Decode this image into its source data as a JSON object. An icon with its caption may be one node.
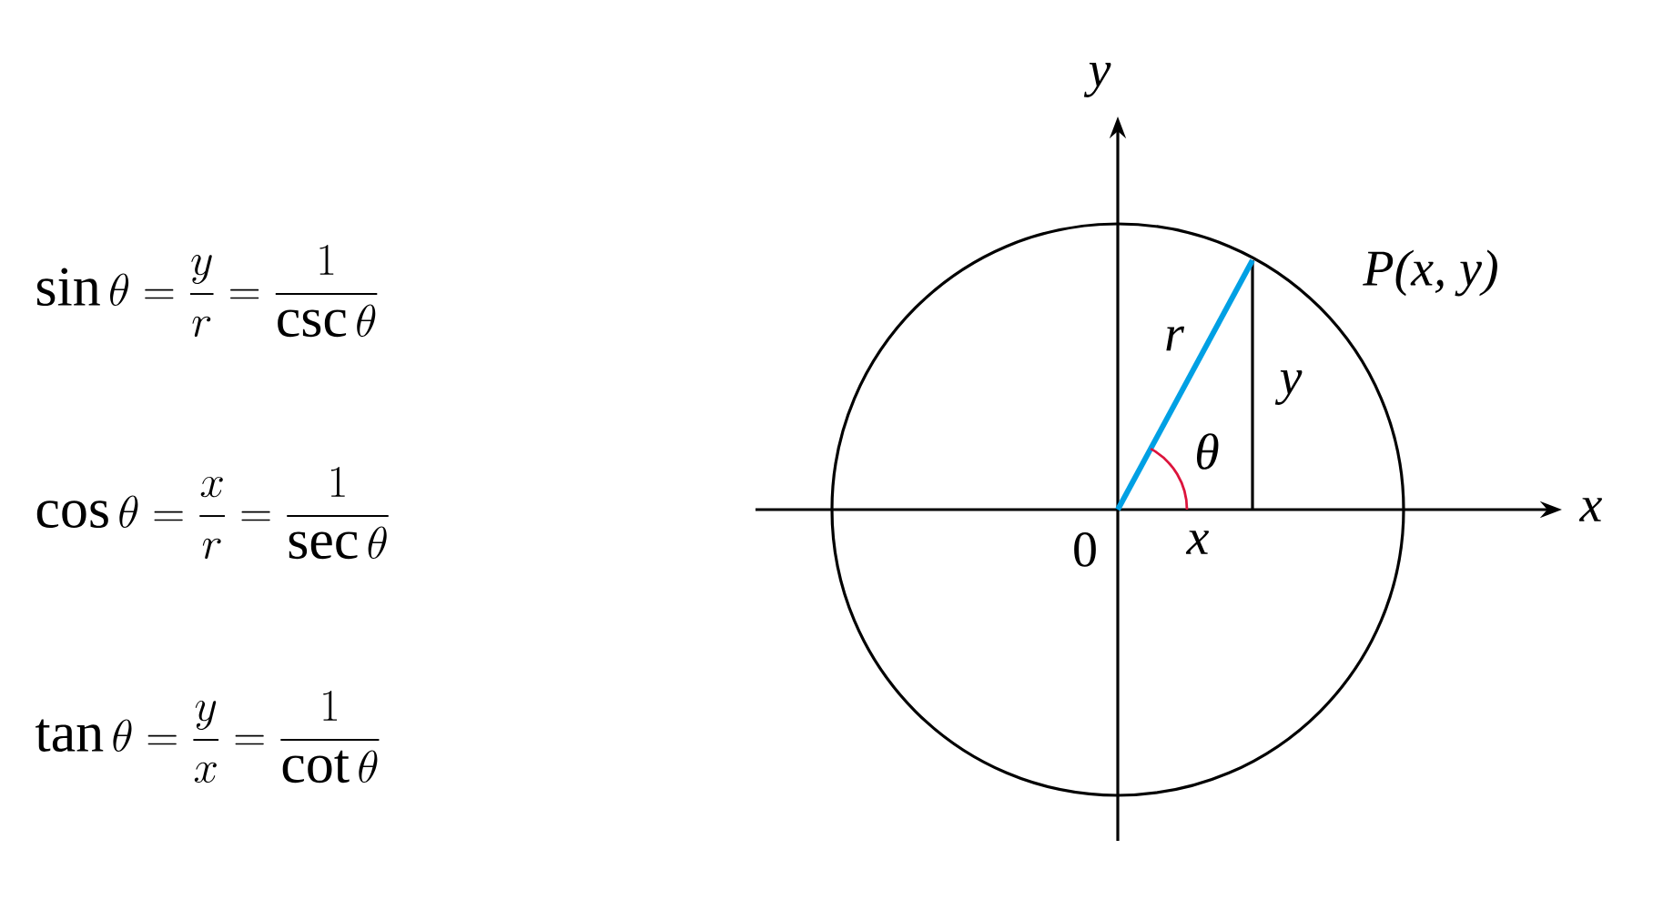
{
  "diagram": {
    "labels": [
      "\\sin\\theta = \\frac{y}{r} = \\frac{1}{\\csc\\theta}",
      "\\cos\\theta = \\frac{x}{r} = \\frac{1}{\\sec\\theta}",
      "\\tan\\theta = \\frac{y}{x} = \\frac{1}{\\cot\\theta}",
      "y",
      "x",
      "P(x, y)",
      "r",
      "y",
      "θ",
      "0",
      "x"
    ]
  }
}
